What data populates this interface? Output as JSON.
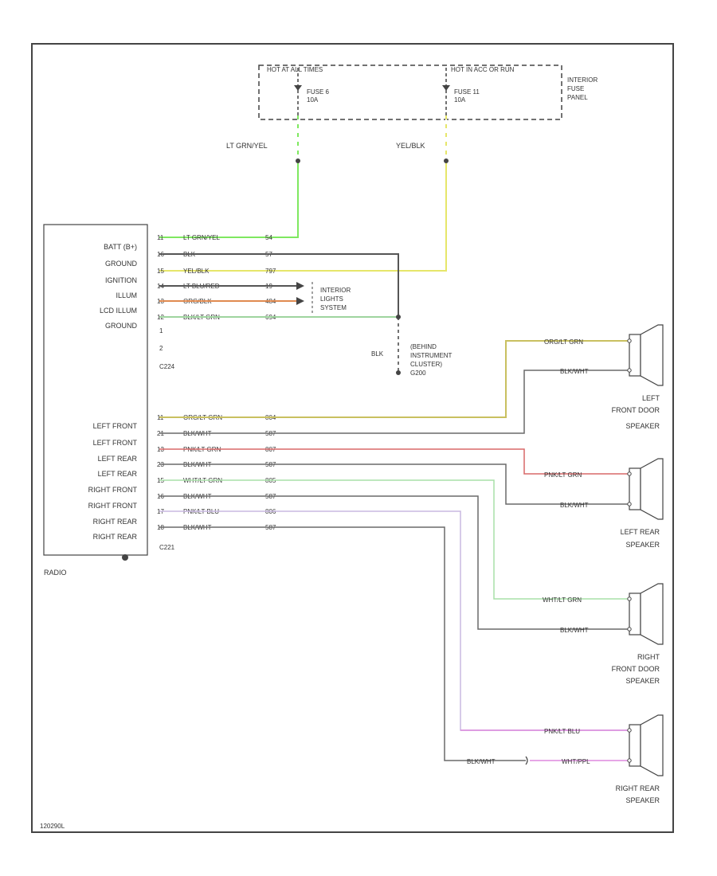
{
  "colors": {
    "frame": "#444444",
    "text": "#333333",
    "lt_grn_yel": "#7fe860",
    "yel_blk": "#e6e66a",
    "blk": "#555555",
    "org_blk": "#e08a50",
    "blk_lt_grn": "#9ed49e",
    "org_lt_grn": "#c9c060",
    "blk_wht": "#6a6a6a",
    "pnk_lt_grn": "#d86868",
    "wht_lt_grn": "#a8e0a8",
    "pnk_lt_blu": "#c8b8e0",
    "wht_ppl": "#dd88dd"
  },
  "fuse_panel": {
    "label_hot_at_all_times": "HOT AT ALL TIMES",
    "label_hot_in_acc_or_run": "HOT IN ACC OR RUN",
    "fuse_left_name": "FUSE 6",
    "fuse_left_rating": "10A",
    "fuse_right_name": "FUSE 11",
    "fuse_right_rating": "10A",
    "panel_label_1": "INTERIOR",
    "panel_label_2": "FUSE",
    "panel_label_3": "PANEL"
  },
  "feed_wires": {
    "left": "LT GRN/YEL",
    "right": "YEL/BLK"
  },
  "radio": {
    "name": "RADIO",
    "connector_top": "C224",
    "connector_bottom": "C221",
    "top_terminals": [
      {
        "label": "BATT (B+)",
        "pin": "11",
        "wire": "LT GRN/YEL",
        "circuit": "54"
      },
      {
        "label": "GROUND",
        "pin": "16",
        "wire": "BLK",
        "circuit": "57"
      },
      {
        "label": "IGNITION",
        "pin": "15",
        "wire": "YEL/BLK",
        "circuit": "797"
      },
      {
        "label": "ILLUM",
        "pin": "14",
        "wire": "LT BLU/RED",
        "circuit": "19"
      },
      {
        "label": "LCD ILLUM",
        "pin": "13",
        "wire": "ORG/BLK",
        "circuit": "484"
      },
      {
        "label": "GROUND",
        "pin": "12",
        "wire": "BLK/LT GRN",
        "circuit": "694"
      }
    ],
    "extra_pins": [
      "1",
      "2"
    ],
    "speaker_terminals": [
      {
        "label": "LEFT FRONT",
        "pin": "11",
        "wire": "ORG/LT GRN",
        "circuit": "804"
      },
      {
        "label": "LEFT FRONT",
        "pin": "21",
        "wire": "BLK/WHT",
        "circuit": "587"
      },
      {
        "label": "LEFT REAR",
        "pin": "13",
        "wire": "PNK/LT GRN",
        "circuit": "807"
      },
      {
        "label": "LEFT REAR",
        "pin": "23",
        "wire": "BLK/WHT",
        "circuit": "587"
      },
      {
        "label": "RIGHT FRONT",
        "pin": "15",
        "wire": "WHT/LT GRN",
        "circuit": "805"
      },
      {
        "label": "RIGHT FRONT",
        "pin": "16",
        "wire": "BLK/WHT",
        "circuit": "587"
      },
      {
        "label": "RIGHT REAR",
        "pin": "17",
        "wire": "PNK/LT BLU",
        "circuit": "806"
      },
      {
        "label": "RIGHT REAR",
        "pin": "18",
        "wire": "BLK/WHT",
        "circuit": "587"
      }
    ]
  },
  "interior_lights": {
    "line1": "INTERIOR",
    "line2": "LIGHTS",
    "line3": "SYSTEM"
  },
  "ground_point": {
    "wire": "BLK",
    "line1": "(BEHIND",
    "line2": "INSTRUMENT",
    "line3": "CLUSTER)",
    "line4": "G200"
  },
  "speakers": [
    {
      "name_lines": [
        "LEFT",
        "FRONT DOOR",
        "SPEAKER"
      ],
      "wire_top": "ORG/LT GRN",
      "wire_bottom": "BLK/WHT"
    },
    {
      "name_lines": [
        "LEFT REAR",
        "SPEAKER"
      ],
      "wire_top": "PNK/LT GRN",
      "wire_bottom": "BLK/WHT"
    },
    {
      "name_lines": [
        "RIGHT",
        "FRONT DOOR",
        "SPEAKER"
      ],
      "wire_top": "WHT/LT GRN",
      "wire_bottom": "BLK/WHT"
    },
    {
      "name_lines": [
        "RIGHT REAR",
        "SPEAKER"
      ],
      "wire_top": "PNK/LT BLU",
      "wire_bottom": "WHT/PPL",
      "extra_wire": "BLK/WHT"
    }
  ],
  "footer_code": "120290L"
}
